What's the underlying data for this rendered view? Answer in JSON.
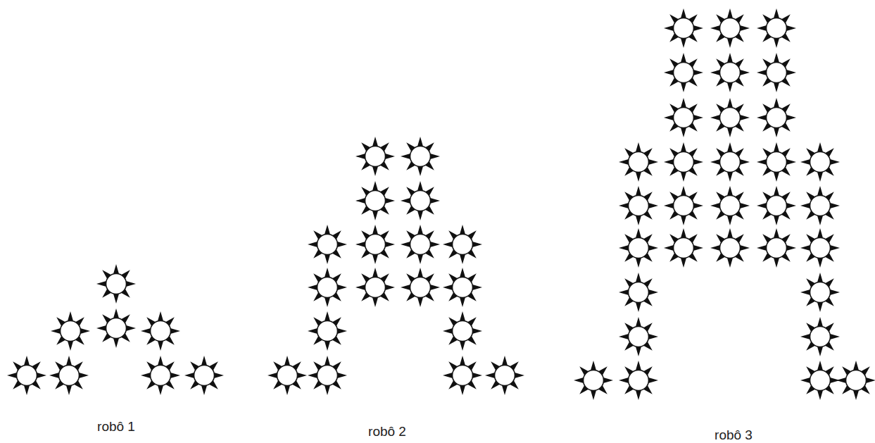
{
  "diagram": {
    "labels": [
      "robô 1",
      "robô 2",
      "robô 3"
    ]
  }
}
